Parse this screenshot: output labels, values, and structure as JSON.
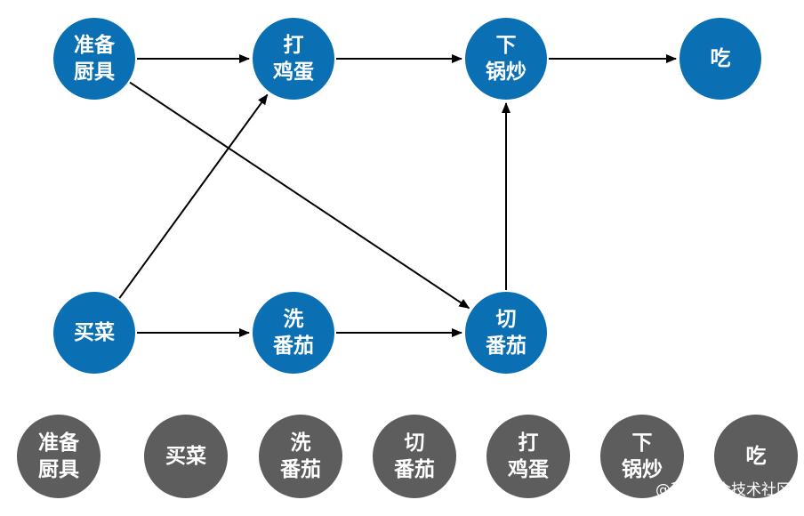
{
  "graph": {
    "nodes": [
      {
        "id": "prepare",
        "lines": [
          "准备",
          "厨具"
        ]
      },
      {
        "id": "beat",
        "lines": [
          "打",
          "鸡蛋"
        ]
      },
      {
        "id": "stirfry",
        "lines": [
          "下",
          "锅炒"
        ]
      },
      {
        "id": "eat",
        "lines": [
          "吃"
        ]
      },
      {
        "id": "buy",
        "lines": [
          "买菜"
        ]
      },
      {
        "id": "wash",
        "lines": [
          "洗",
          "番茄"
        ]
      },
      {
        "id": "cut",
        "lines": [
          "切",
          "番茄"
        ]
      }
    ],
    "edges": [
      {
        "from": "prepare",
        "to": "beat"
      },
      {
        "from": "prepare",
        "to": "cut"
      },
      {
        "from": "buy",
        "to": "beat"
      },
      {
        "from": "buy",
        "to": "wash"
      },
      {
        "from": "wash",
        "to": "cut"
      },
      {
        "from": "beat",
        "to": "stirfry"
      },
      {
        "from": "cut",
        "to": "stirfry"
      },
      {
        "from": "stirfry",
        "to": "eat"
      }
    ]
  },
  "sequence": [
    {
      "lines": [
        "准备",
        "厨具"
      ]
    },
    {
      "lines": [
        "买菜"
      ]
    },
    {
      "lines": [
        "洗",
        "番茄"
      ]
    },
    {
      "lines": [
        "切",
        "番茄"
      ]
    },
    {
      "lines": [
        "打",
        "鸡蛋"
      ]
    },
    {
      "lines": [
        "下",
        "锅炒"
      ]
    },
    {
      "lines": [
        "吃"
      ]
    }
  ],
  "colors": {
    "graph_node": "#0a6fb3",
    "sequence_node": "#5d5d5d",
    "edge": "#000000",
    "text": "#ffffff"
  },
  "watermark": "@稀土掘金技术社区"
}
